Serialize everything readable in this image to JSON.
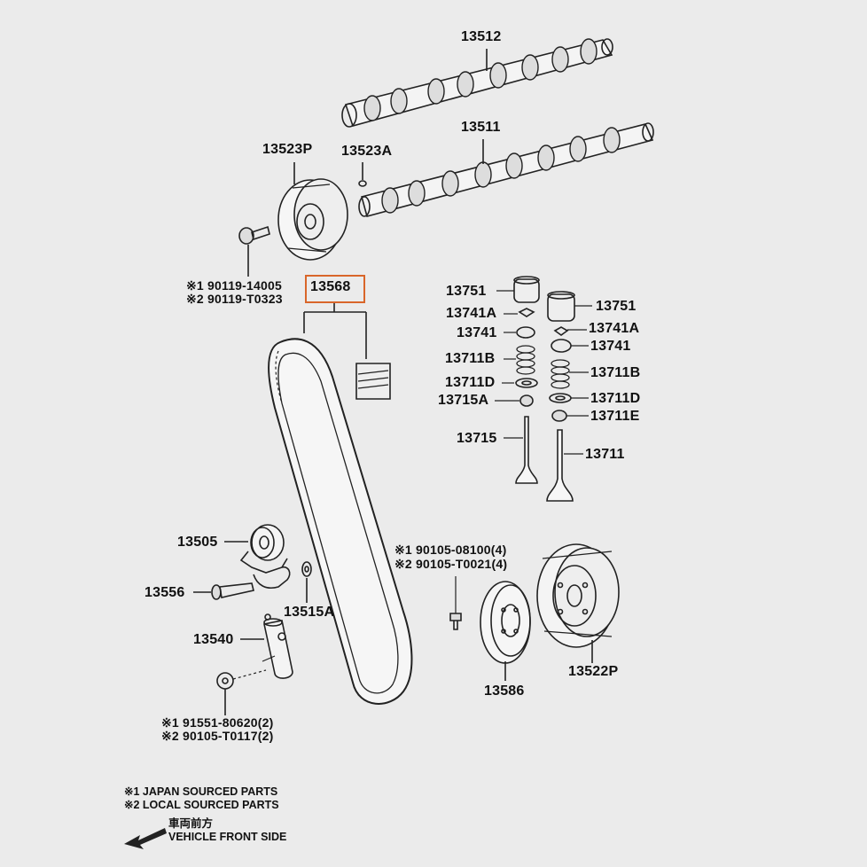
{
  "diagram": {
    "parts": {
      "camshaft_exhaust": "13512",
      "camshaft_intake": "13511",
      "timing_pulley_cam": "13523P",
      "cam_key": "13523A",
      "bolt_line1": "※1 90119-14005",
      "bolt_line2": "※2 90119-T0323",
      "timing_belt": "13568",
      "lifter_left": "13751",
      "lifter_right": "13751",
      "retainer_left": "13741A",
      "retainer_right": "13741A",
      "seat_left": "13741",
      "seat_right": "13741",
      "spring_left": "13711B",
      "spring_right": "13711B",
      "spring_seat_left": "13711D",
      "spring_seat_right": "13711D",
      "seal_left": "13715A",
      "seal_right": "13711E",
      "valve_exhaust": "13715",
      "valve_intake": "13711",
      "idler_pulley": "13505",
      "idler_bolt": "13556",
      "washer": "13515A",
      "tensioner": "13540",
      "nut_line1": "※1 91551-80620(2)",
      "nut_line2": "※2 90105-T0117(2)",
      "crank_bolt_line1": "※1 90105-08100(4)",
      "crank_bolt_line2": "※2 90105-T0021(4)",
      "crank_plate": "13586",
      "crank_pulley": "13522P"
    },
    "legend": {
      "note1": "※1 JAPAN SOURCED PARTS",
      "note2": "※2 LOCAL SOURCED PARTS",
      "direction_jp": "車両前方",
      "direction_en": "VEHICLE FRONT SIDE"
    },
    "colors": {
      "highlight": "#d9662a",
      "ink": "#111111",
      "background": "#ebebeb"
    }
  }
}
